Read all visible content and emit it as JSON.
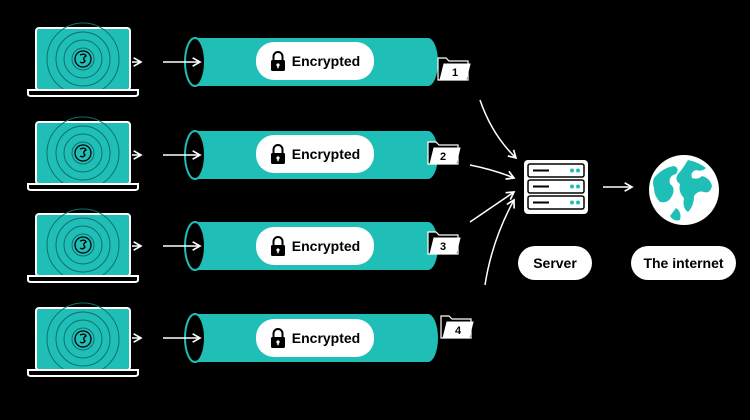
{
  "tunnels": [
    {
      "label": "Encrypted",
      "packet": "1"
    },
    {
      "label": "Encrypted",
      "packet": "2"
    },
    {
      "label": "Encrypted",
      "packet": "3"
    },
    {
      "label": "Encrypted",
      "packet": "4"
    }
  ],
  "server": {
    "label": "Server"
  },
  "internet": {
    "label": "The internet"
  },
  "colors": {
    "background": "#000000",
    "tunnel": "#1fbfb8",
    "laptop_screen": "#1fbfb8",
    "pill": "#ffffff",
    "line": "#ffffff"
  },
  "icons": [
    "laptop-icon",
    "lock-icon",
    "folder-icon",
    "server-icon",
    "globe-icon",
    "arrow-icon"
  ]
}
